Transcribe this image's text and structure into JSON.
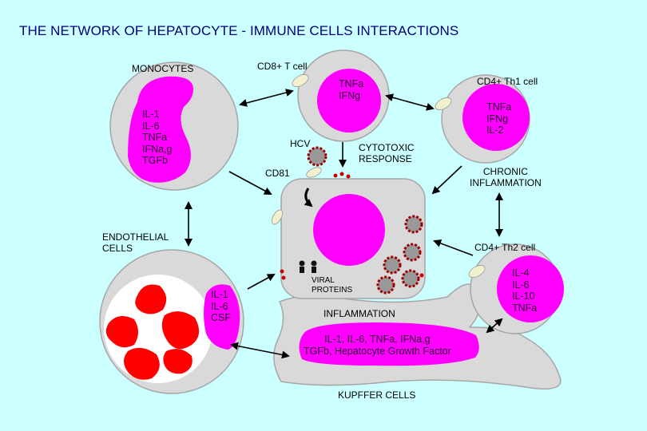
{
  "title": "THE NETWORK OF HEPATOCYTE - IMMUNE CELLS INTERACTIONS",
  "colors": {
    "background": "#ccffff",
    "cell": "#d9d9d9",
    "cell_outline": "#a6a6a6",
    "nucleus": "#ff00ff",
    "virus": "#9e0000",
    "red_cells": "#ff0000",
    "title": "#00007a"
  },
  "cells": {
    "monocytes": {
      "label": "MONOCYTES",
      "cytokines": "IL-1\nIL-6\nTNFa\nIFNa,g\nTGFb"
    },
    "cd8": {
      "label": "CD8+ T cell",
      "cytokines": "TNFa\nIFNg"
    },
    "cd4_th1": {
      "label": "CD4+ Th1 cell",
      "cytokines": "TNFa\nIFNg\nIL-2"
    },
    "cd4_th2": {
      "label": "CD4+ Th2 cell",
      "cytokines": "IL-4\nIL-6\nIL-10\nTNFa"
    },
    "endothelial": {
      "label": "ENDOTHELIAL\nCELLS",
      "cytokines": "IL-1\nIL-6\nCSF"
    },
    "kupffer": {
      "label": "KUPFFER CELLS",
      "cytokines": "IL-1, IL-6, TNFa, IFNa,g\nTGFb, Hepatocyte Growth Factor"
    }
  },
  "annotations": {
    "hcv": "HCV",
    "cd81": "CD81",
    "cytotoxic": "CYTOTOXIC\nRESPONSE",
    "chronic": "CHRONIC\nINFLAMMATION",
    "viral_proteins": "VIRAL\nPROTEINS",
    "inflammation": "INFLAMMATION"
  }
}
